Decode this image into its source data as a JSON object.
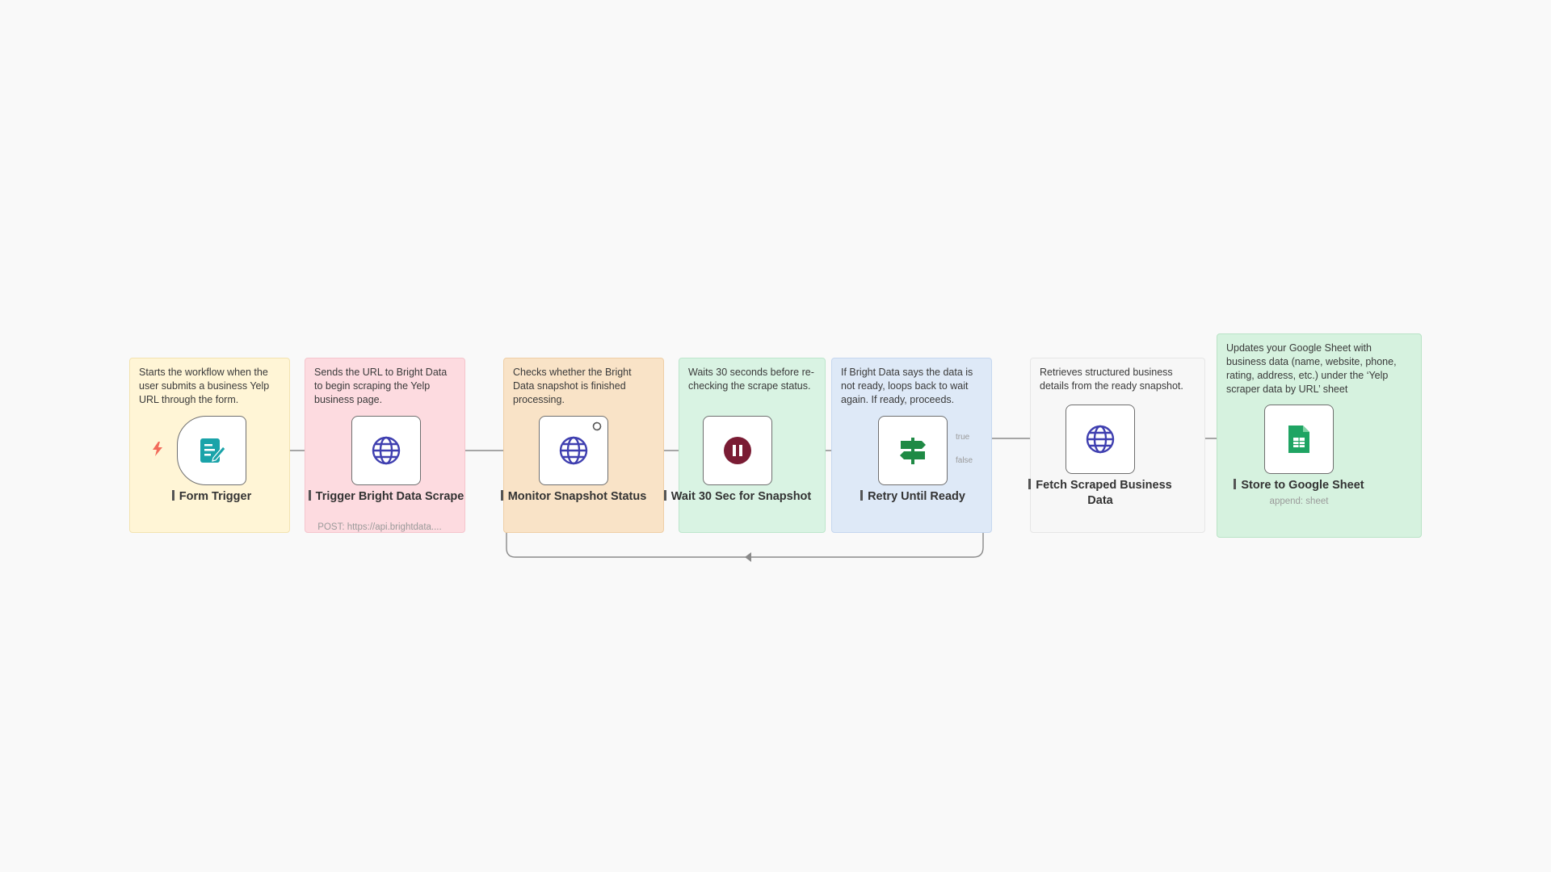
{
  "workflow": {
    "nodes": [
      {
        "name": "Form Trigger",
        "icon": "form-icon",
        "note": "Starts the workflow when the user submits a business Yelp URL through the form."
      },
      {
        "name": "Trigger Bright Data Scrape",
        "icon": "globe-icon",
        "subtitle": "POST: https://api.brightdata....",
        "note": "Sends the URL to Bright Data to begin scraping the Yelp business page."
      },
      {
        "name": "Monitor Snapshot Status",
        "icon": "globe-icon",
        "note": "Checks whether the Bright Data snapshot is finished processing."
      },
      {
        "name": "Wait 30 Sec for Snapshot",
        "icon": "pause-icon",
        "note": "Waits 30 seconds before re-checking the scrape status."
      },
      {
        "name": "Retry Until Ready",
        "icon": "signpost-icon",
        "note": "If Bright Data says the data is not ready, loops back to wait again. If ready, proceeds.",
        "outputs": [
          "true",
          "false"
        ]
      },
      {
        "name": "Fetch Scraped Business Data",
        "icon": "globe-icon",
        "note": "Retrieves structured business details from the ready snapshot."
      },
      {
        "name": "Store to Google Sheet",
        "icon": "google-sheets-icon",
        "subtitle": "append: sheet",
        "note": "Updates your Google Sheet with business data (name, website, phone, rating, address, etc.) under the ‘Yelp scraper data by URL’ sheet"
      }
    ]
  },
  "colors": {
    "form_icon": "#1aa3a9",
    "globe_icon": "#3f3fb0",
    "pause_icon": "#7a1c34",
    "signpost_icon": "#1f8a45",
    "sheets_icon": "#1fa463",
    "trigger_bolt": "#f26b5b",
    "wire": "#8a8a8a"
  }
}
